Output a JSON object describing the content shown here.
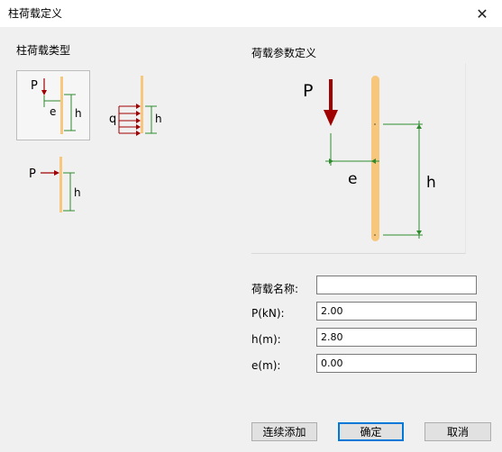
{
  "window": {
    "title": "柱荷载定义",
    "close": "✕"
  },
  "types": {
    "label": "柱荷载类型",
    "point_ecc": {
      "p": "P",
      "e": "e",
      "h": "h"
    },
    "distributed": {
      "q": "q",
      "h": "h"
    },
    "horizontal": {
      "p": "P",
      "h": "h"
    }
  },
  "params": {
    "label": "荷载参数定义",
    "diagram": {
      "p": "P",
      "e": "e",
      "h": "h"
    }
  },
  "form": {
    "name_label": "荷载名称:",
    "name_value": "",
    "p_label": "P(kN):",
    "p_value": "2.00",
    "h_label": "h(m):",
    "h_value": "2.80",
    "e_label": "e(m):",
    "e_value": "0.00"
  },
  "buttons": {
    "add": "连续添加",
    "ok": "确定",
    "cancel": "取消"
  },
  "colors": {
    "column": "#f8c77e",
    "load": "#a00000",
    "dimension": "#2e8b2e",
    "accent": "#0078d7"
  }
}
